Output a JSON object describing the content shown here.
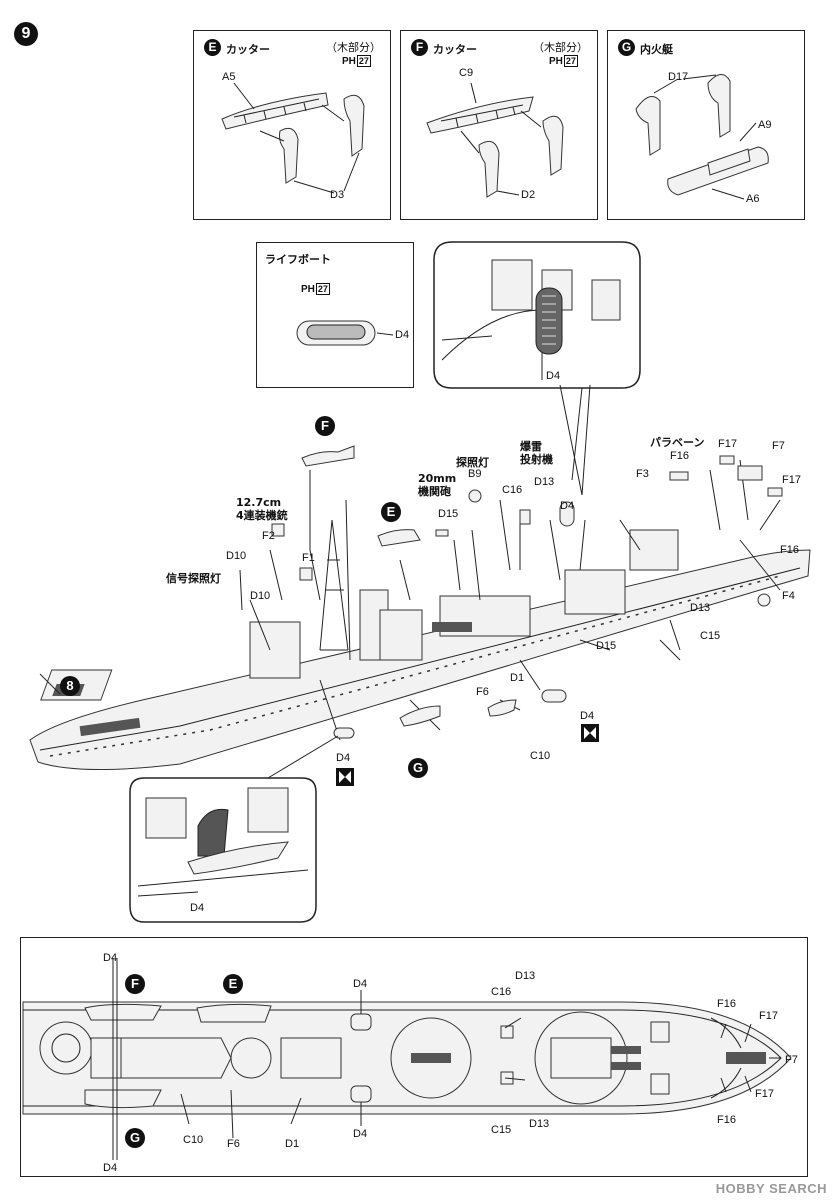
{
  "step": {
    "number": "9",
    "prev_ref": "8"
  },
  "panels": {
    "e": {
      "badge": "E",
      "title": "カッター",
      "note": "（木部分）",
      "ph_label": "PH",
      "ph_num": "27",
      "parts": [
        "A5",
        "D3"
      ]
    },
    "f": {
      "badge": "F",
      "title": "カッター",
      "note": "（木部分）",
      "ph_label": "PH",
      "ph_num": "27",
      "parts": [
        "C9",
        "D2"
      ]
    },
    "g": {
      "badge": "G",
      "title": "内火艇",
      "parts": [
        "D17",
        "A9",
        "A6"
      ]
    },
    "liferaft": {
      "title": "ライフボート",
      "ph_label": "PH",
      "ph_num": "27",
      "part": "D4"
    },
    "zoom_top": {
      "part": "D4"
    },
    "zoom_bottom": {
      "part": "D4"
    }
  },
  "main_labels": {
    "badge_f": "F",
    "badge_e": "E",
    "badge_g": "G",
    "gun_mg": "12.7cm\n4連装機銃",
    "f2": "F2",
    "d10a": "D10",
    "signal_light": "信号探照灯",
    "d10b": "D10",
    "f1": "F1",
    "aa20": "20mm\n機関砲",
    "d15a": "D15",
    "searchlight": "探照灯",
    "b9": "B9",
    "depth_charge": "爆雷\n投射機",
    "d13a": "D13",
    "c16": "C16",
    "d4a": "D4",
    "paravane": "パラベーン",
    "f16a": "F16",
    "f17a": "F17",
    "f7": "F7",
    "f3": "F3",
    "f17b": "F17",
    "f16b": "F16",
    "f4": "F4",
    "d13b": "D13",
    "c15": "C15",
    "d15b": "D15",
    "d1": "D1",
    "f6": "F6",
    "c10": "C10",
    "d4b": "D4",
    "d4c": "D4"
  },
  "plan_labels": {
    "d4_tl": "D4",
    "badge_f": "F",
    "badge_e": "E",
    "d4_mid_top": "D4",
    "d13_top": "D13",
    "c16": "C16",
    "f16_top": "F16",
    "f17_top": "F17",
    "f7": "F7",
    "f17_bot": "F17",
    "f16_bot": "F16",
    "badge_g": "G",
    "c10": "C10",
    "f6": "F6",
    "d1": "D1",
    "d4_mid_bot": "D4",
    "c15": "C15",
    "d13_bot": "D13",
    "d4_bl": "D4"
  },
  "watermark": "HOBBY SEARCH",
  "icons": [
    "step-circle-icon",
    "photo-etch-icon",
    "cement-icon"
  ]
}
